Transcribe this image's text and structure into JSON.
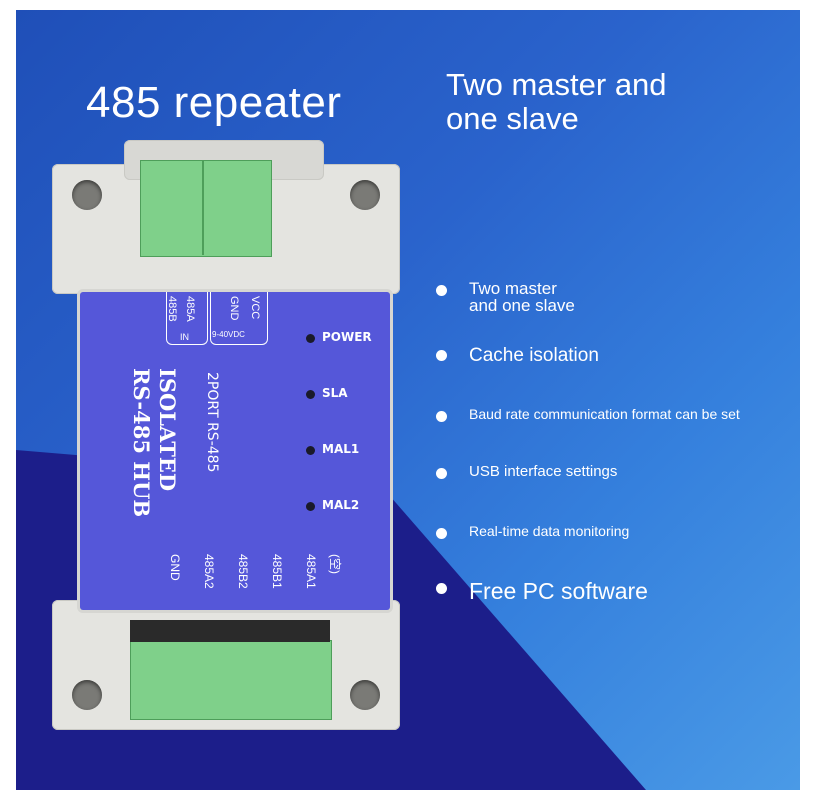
{
  "headline": {
    "title": "485 repeater",
    "subtitle": "Two master and\none slave"
  },
  "features": [
    {
      "text": "Two master\nand one slave",
      "size": 17
    },
    {
      "text": "Cache isolation",
      "size": 19
    },
    {
      "text": "Baud rate communication format can be set",
      "size": 14
    },
    {
      "text": "USB interface settings",
      "size": 15
    },
    {
      "text": "Real-time data monitoring",
      "size": 14
    },
    {
      "text": "Free PC software",
      "size": 23
    }
  ],
  "device": {
    "top_terminals": {
      "vcc": "VCC",
      "gnd": "GND",
      "vdc": "9-40VDC",
      "a_in": "485A",
      "in": "IN",
      "b": "485B"
    },
    "title_line1": "ISOLATED",
    "title_line2": "RS-485 HUB",
    "subtitle": "2PORT RS-485",
    "leds": [
      "POWER",
      "SLA",
      "MAL1",
      "MAL2"
    ],
    "bottom_terminals": [
      "(空)",
      "485A1",
      "485B1",
      "485B2",
      "485A2",
      "GND"
    ]
  },
  "colors": {
    "background": "#2a63cc",
    "dark_wedge": "#1c1e8a",
    "label": "#5557d9",
    "terminal": "#7fd08a"
  }
}
